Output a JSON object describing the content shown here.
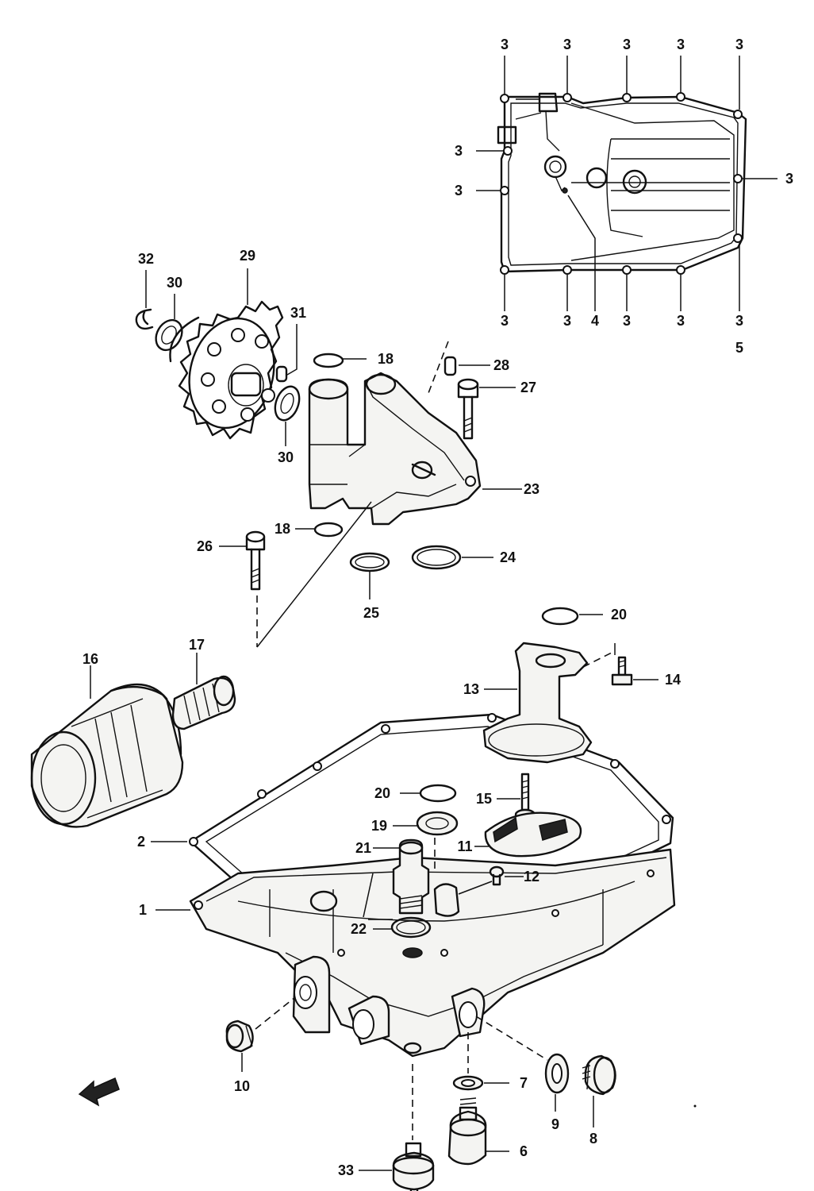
{
  "labels": {
    "gasket_bolts_top": [
      "3",
      "3",
      "3",
      "3",
      "3"
    ],
    "gasket_bolt_upper_left": "3",
    "gasket_bolt_right": "3",
    "gasket_bolt_left": "3",
    "gasket_bolts_bottom": [
      "3",
      "3",
      "3",
      "3",
      "3"
    ],
    "gasket_bolt_bottom_right_alt": "5",
    "p1": "1",
    "p2": "2",
    "p4": "4",
    "p6": "6",
    "p7": "7",
    "p8": "8",
    "p9": "9",
    "p10": "10",
    "p11": "11",
    "p12": "12",
    "p13": "13",
    "p14": "14",
    "p15": "15",
    "p16": "16",
    "p17": "17",
    "p18a": "18",
    "p18b": "18",
    "p19": "19",
    "p20a": "20",
    "p20b": "20",
    "p21": "21",
    "p22": "22",
    "p23": "23",
    "p24": "24",
    "p25": "25",
    "p26": "26",
    "p27": "27",
    "p28": "28",
    "p29": "29",
    "p30a": "30",
    "p30b": "30",
    "p31": "31",
    "p32": "32",
    "p33": "33"
  },
  "front_arrow_icon": "front-arrow-icon"
}
